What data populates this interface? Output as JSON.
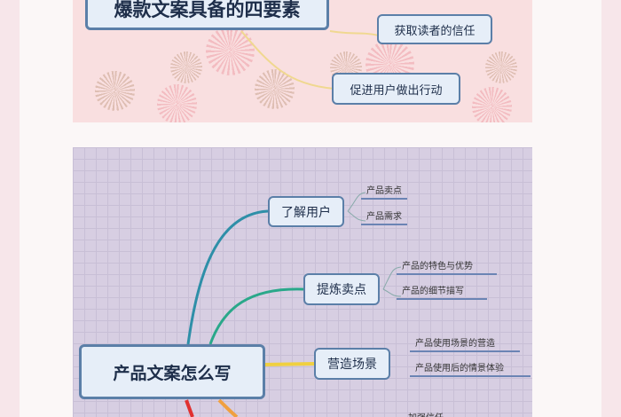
{
  "panel1": {
    "title": "爆款文案具备的四要素",
    "branches": [
      "获取读者的信任",
      "促进用户做出行动"
    ]
  },
  "panel2": {
    "root": "产品文案怎么写",
    "branches": [
      {
        "label": "了解用户",
        "leaves": [
          "产品卖点",
          "产品需求"
        ]
      },
      {
        "label": "提炼卖点",
        "leaves": [
          "产品的特色与优势",
          "产品的细节描写"
        ]
      },
      {
        "label": "营造场景",
        "leaves": [
          "产品使用场景的营造",
          "产品使用后的情景体验"
        ]
      }
    ],
    "partial_leaf": "加强信任"
  },
  "colors": {
    "node_border": "#5b7fa8",
    "node_fill": "#e6eef8",
    "grid_bg": "#d7cee2",
    "pink_bg": "#f9dfe0"
  }
}
